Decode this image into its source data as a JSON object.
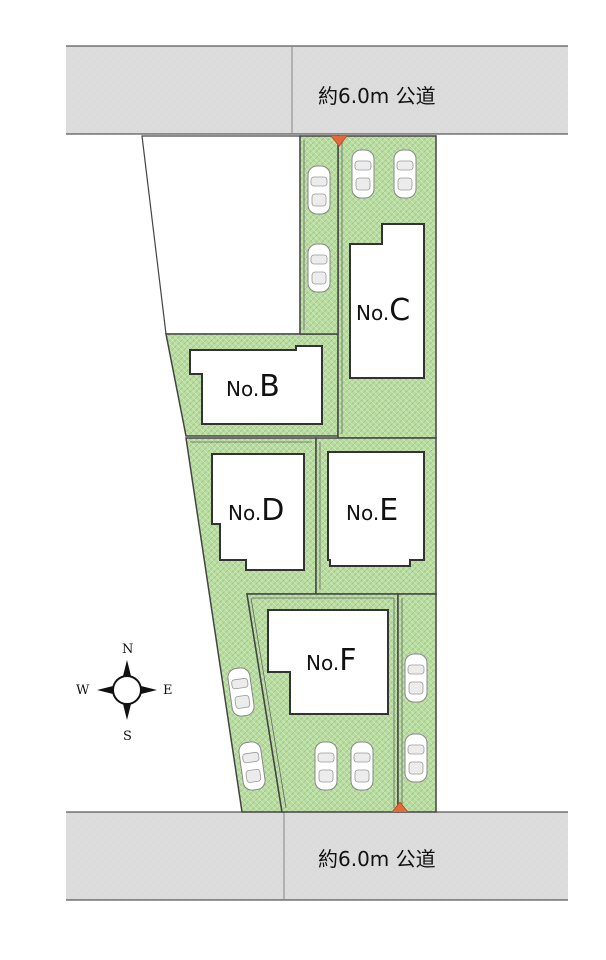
{
  "roads": {
    "north_label": "約6.0m 公道",
    "south_label": "約6.0m 公道"
  },
  "lots": [
    {
      "id": "B",
      "prefix": "No.",
      "letter": "B"
    },
    {
      "id": "C",
      "prefix": "No.",
      "letter": "C"
    },
    {
      "id": "D",
      "prefix": "No.",
      "letter": "D"
    },
    {
      "id": "E",
      "prefix": "No.",
      "letter": "E"
    },
    {
      "id": "F",
      "prefix": "No.",
      "letter": "F"
    }
  ],
  "compass": {
    "north": "N",
    "south": "S",
    "east": "E",
    "west": "W"
  },
  "colors": {
    "road": "#dcdcdc",
    "lot_green": "#b9dca0",
    "lot_border": "#555555",
    "house_fill": "#ffffff",
    "boundary_marker": "#e06a3a"
  },
  "icons": {
    "car": "car-icon",
    "compass": "compass-icon",
    "boundary_marker": "boundary-marker-icon"
  }
}
